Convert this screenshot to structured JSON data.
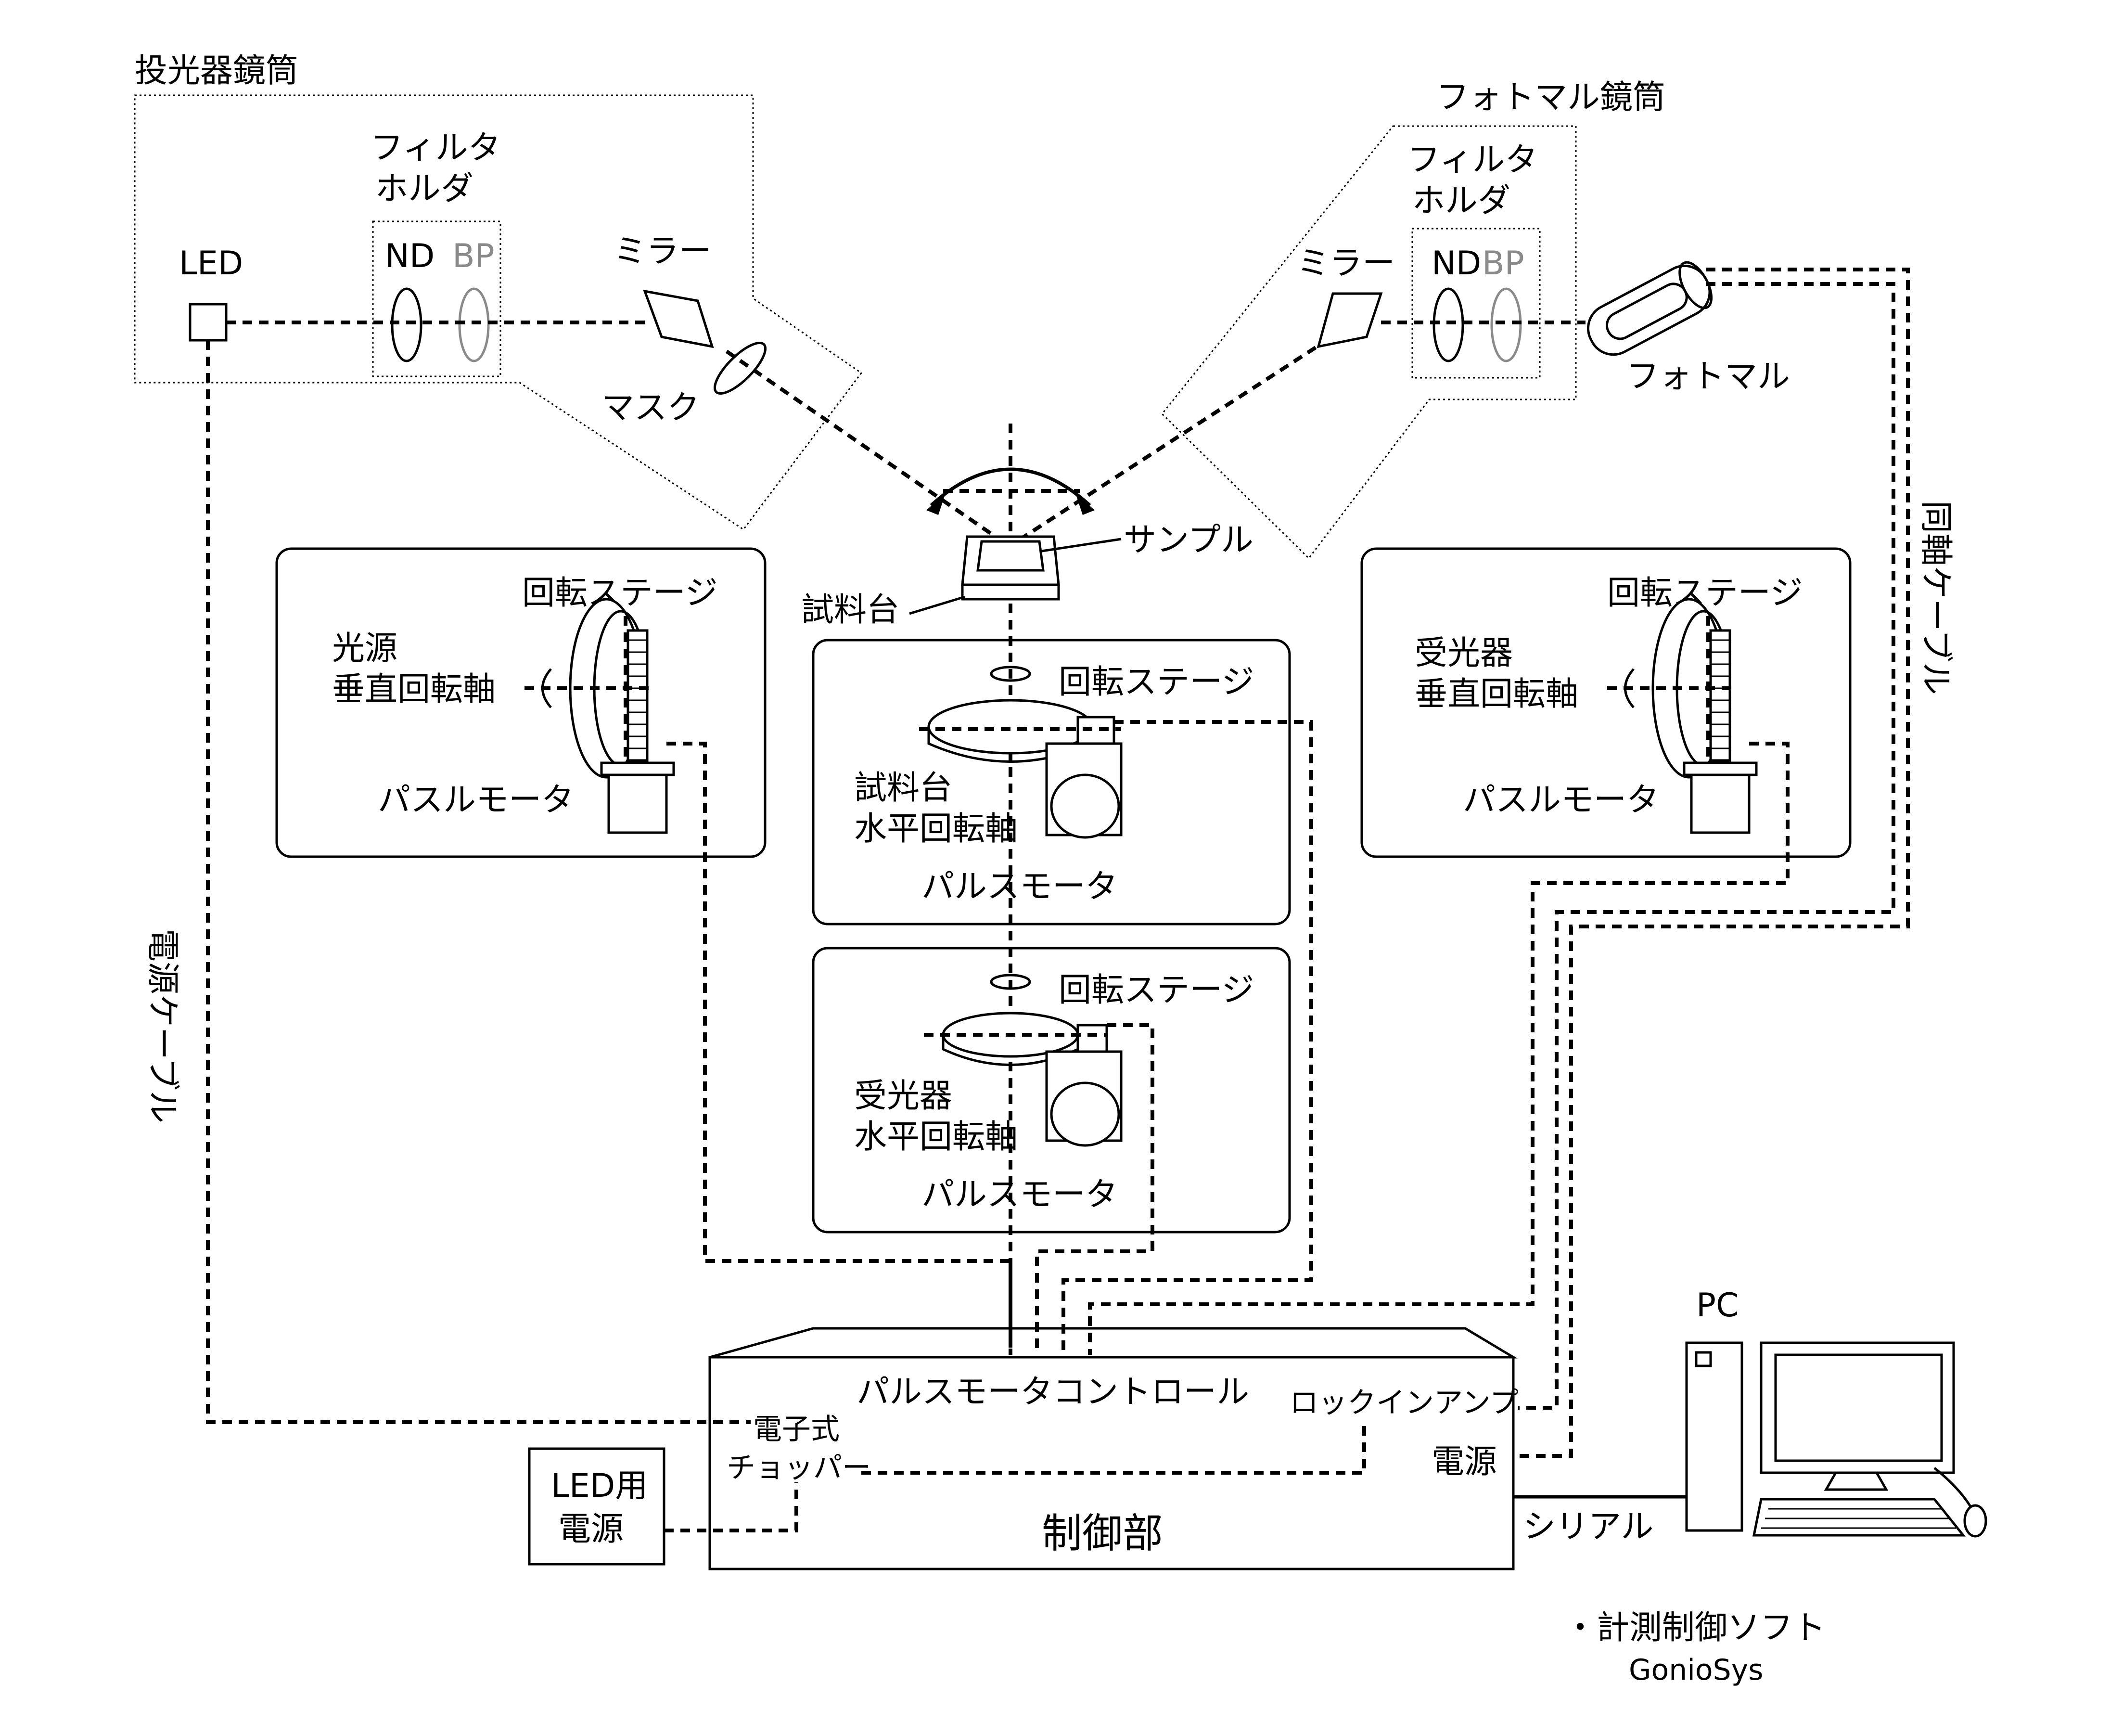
{
  "labels": {
    "projector_tube": "投光器鏡筒",
    "photomul_tube": "フォトマル鏡筒",
    "led": "LED",
    "filter_holder_1_l1": "フィルタ",
    "filter_holder_1_l2": "ホルダ",
    "filter_holder_2_l1": "フィルタ",
    "filter_holder_2_l2": "ホルダ",
    "nd": "ND",
    "bp": "BP",
    "mirror_1": "ミラー",
    "mirror_2": "ミラー",
    "mask": "マスク",
    "photomul": "フォトマル",
    "sample": "サンプル",
    "sample_stage": "試料台",
    "coax_cable": "同軸ケーブル",
    "power_cable": "電源ケーブル",
    "rot_stage_left": "回転ステージ",
    "light_src_axis_l1": "光源",
    "light_src_axis_l2": "垂直回転軸",
    "pulse_motor_left": "パスルモータ",
    "rot_stage_right": "回転ステージ",
    "receiver_axis_l1": "受光器",
    "receiver_axis_l2": "垂直回転軸",
    "pulse_motor_right": "パスルモータ",
    "rot_stage_center1": "回転ステージ",
    "sample_axis_l1": "試料台",
    "sample_axis_l2": "水平回転軸",
    "pulse_motor_center1": "パルスモータ",
    "rot_stage_center2": "回転ステージ",
    "recv_h_axis_l1": "受光器",
    "recv_h_axis_l2": "水平回転軸",
    "pulse_motor_center2": "パルスモータ",
    "pm_controller": "パルスモータコントロール",
    "lockin_amp": "ロックインアンプ",
    "chopper_l1": "電子式",
    "chopper_l2": "チョッパー",
    "power": "電源",
    "control_unit": "制御部",
    "led_power_l1": "LED用",
    "led_power_l2": "電源",
    "serial": "シリアル",
    "pc": "PC",
    "software_l1": "・計測制御ソフト",
    "software_l2": "GonioSys"
  },
  "colors": {
    "line": "#000000",
    "bp_filter": "#8a8a8a"
  }
}
